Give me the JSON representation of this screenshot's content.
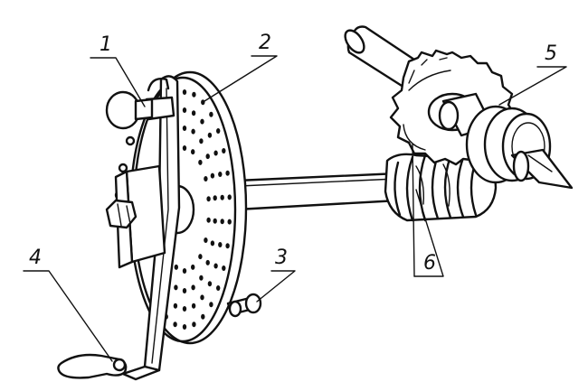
{
  "labels": {
    "one": "1",
    "two": "2",
    "three": "3",
    "four": "4",
    "five": "5",
    "six": "6"
  },
  "colors": {
    "ink": "#111111",
    "paper": "#ffffff"
  }
}
